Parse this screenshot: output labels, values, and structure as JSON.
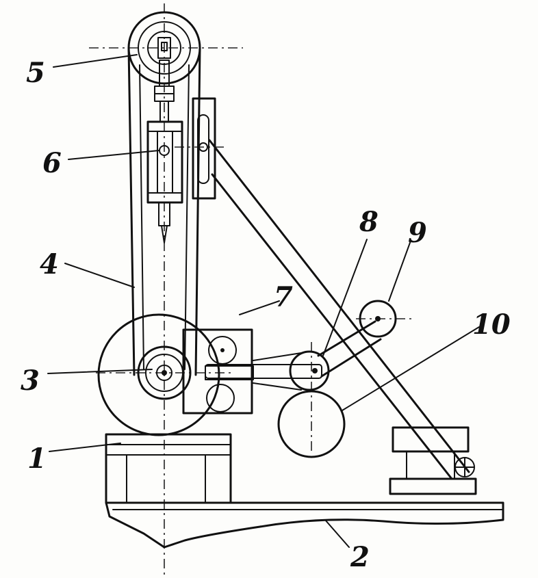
{
  "figure": {
    "labels": {
      "l1": "1",
      "l2": "2",
      "l3": "3",
      "l4": "4",
      "l5": "5",
      "l6": "6",
      "l7": "7",
      "l8": "8",
      "l9": "9",
      "l10": "10"
    }
  }
}
